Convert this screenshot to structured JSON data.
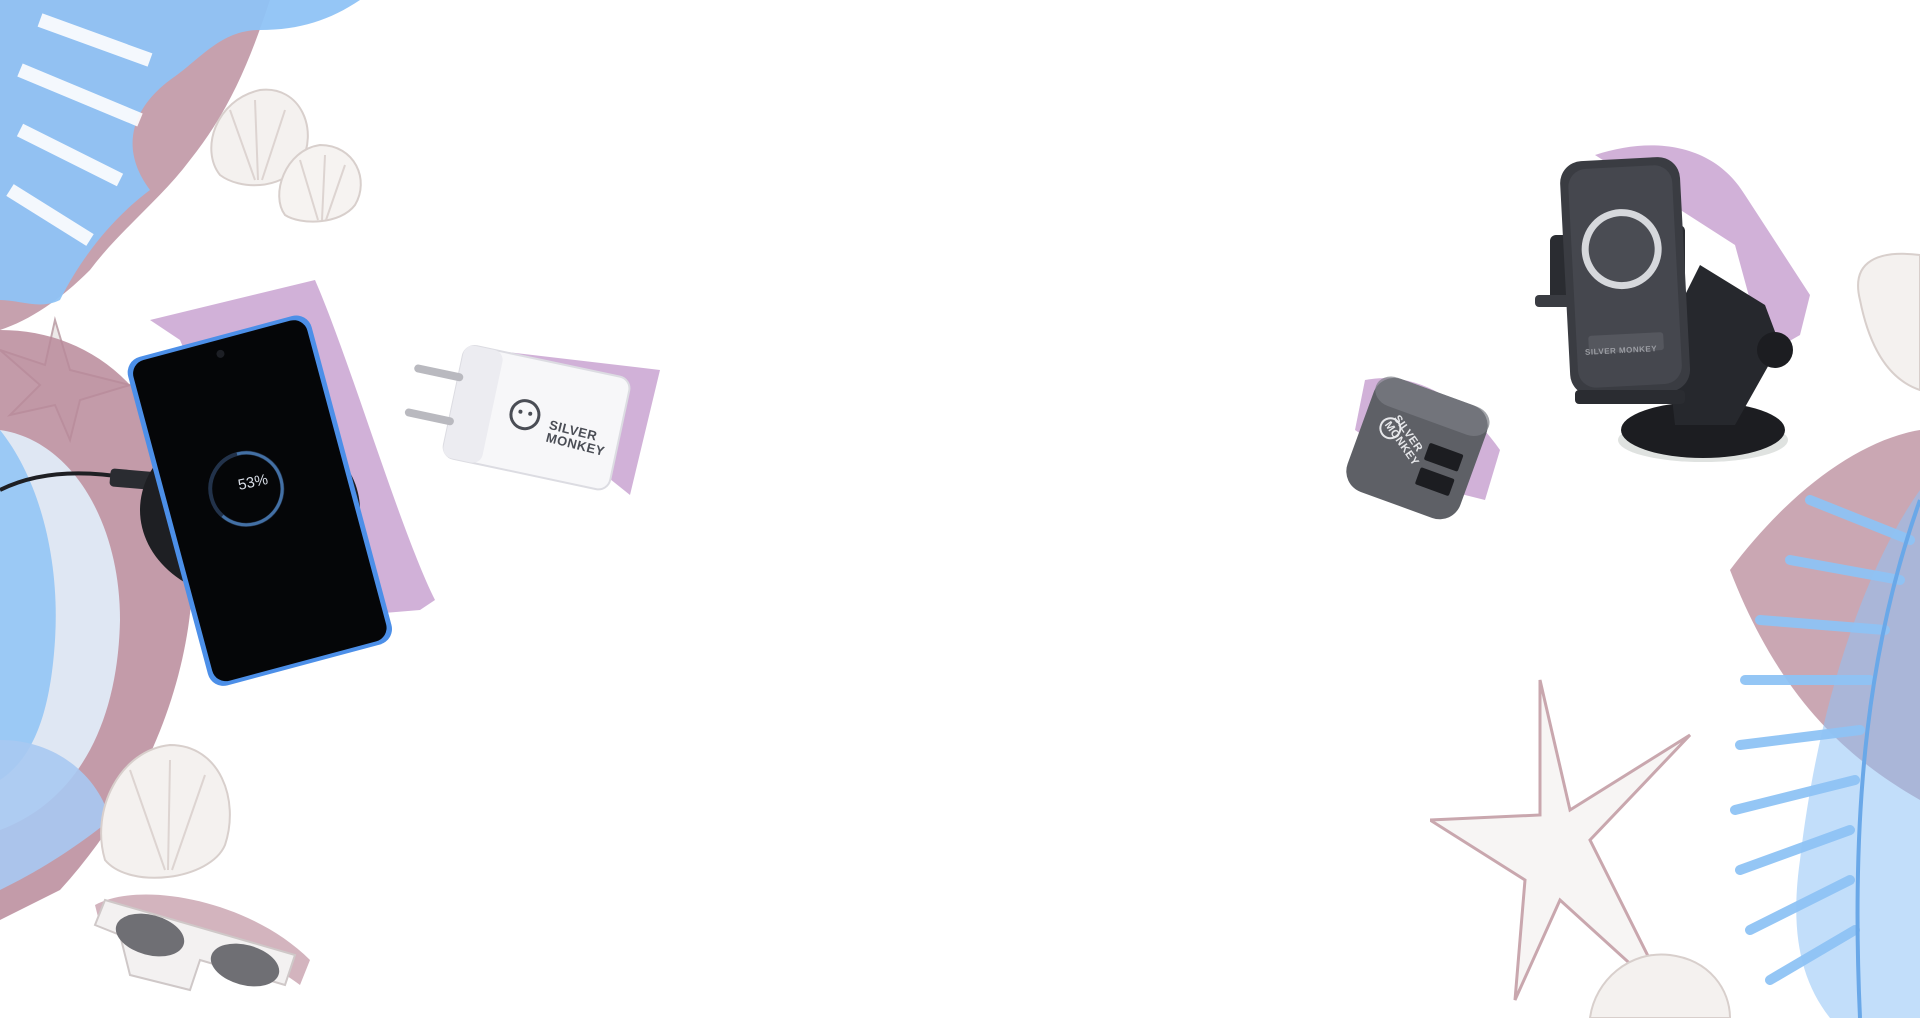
{
  "scene": {
    "description_free": true,
    "background_color": "#ffffff",
    "accent_colors": {
      "leaf_blue": "#8fc3f5",
      "leaf_shadow_pink": "#b88a9a",
      "product_shadow_purple": "#c9a3d1",
      "phone_frame_blue": "#4c8fe8",
      "dark_device": "#2a2c31"
    }
  },
  "phone": {
    "charge_readout": "53%"
  },
  "wall_charger": {
    "logo_line1": "SILVER",
    "logo_line2": "MONKEY"
  },
  "car_charger": {
    "logo_line1": "SILVER",
    "logo_line2": "MONKEY"
  },
  "car_holder": {
    "logo": "SILVER MONKEY"
  },
  "icons": {
    "monkey_logo": "monkey-face-icon"
  }
}
